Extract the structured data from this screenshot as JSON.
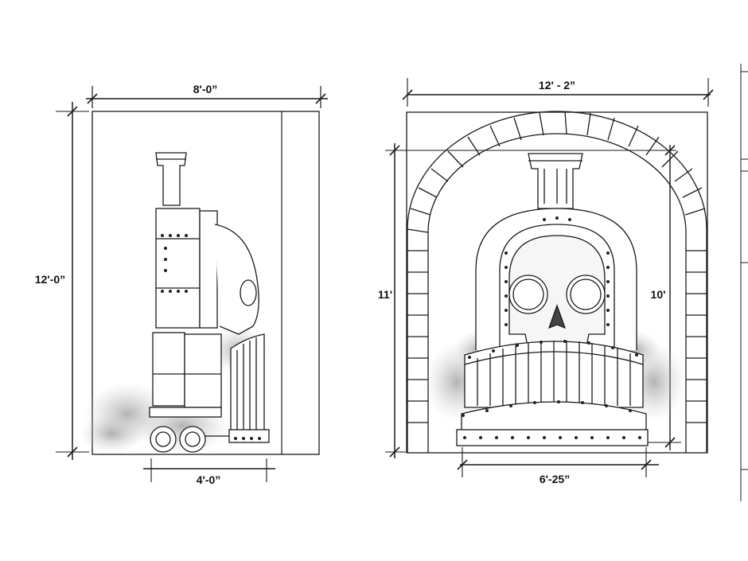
{
  "side_view": {
    "width_label": "8'-0”",
    "height_label": "12'-0”",
    "base_label": "4'-0”"
  },
  "front_view": {
    "width_label": "12' - 2”",
    "left_height_label": "11'",
    "right_height_label": "10'",
    "base_label": "6'-25”"
  }
}
